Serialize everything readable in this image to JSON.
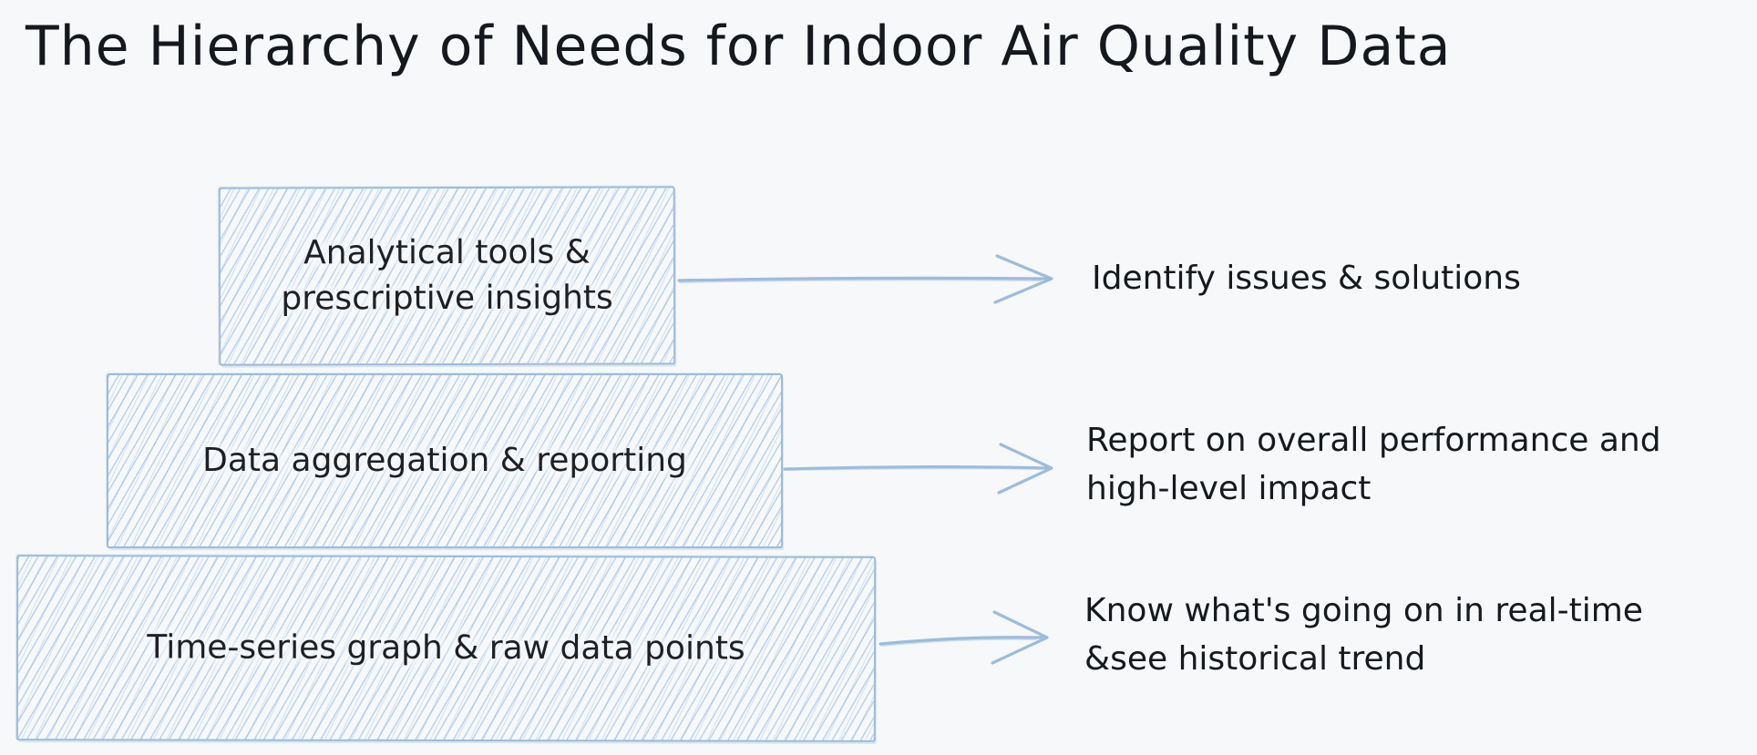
{
  "title": {
    "prefix": "The Hierarchy of Needs for ",
    "highlighted": "Indoor Air Quality Data",
    "highlight_color": "#cbd9e7",
    "text_color": "#15181c"
  },
  "pyramid": {
    "levels": [
      {
        "rank": 1,
        "label": "Analytical tools & prescriptive insights",
        "outcome": "Identify issues & solutions"
      },
      {
        "rank": 2,
        "label": "Data aggregation & reporting",
        "outcome": "Report on overall performance and high-level impact"
      },
      {
        "rank": 3,
        "label": "Time-series graph & raw data points",
        "outcome": "Know what's going on in real-time &see historical trend"
      }
    ]
  },
  "colors": {
    "background": "#f6f8fa",
    "box_border": "#98b8d8",
    "hatch_fill": "#79a8da",
    "arrow_stroke": "#9dbcdc",
    "text": "#1d2025"
  },
  "icons": {
    "arrow_right": "hand-drawn right arrow connector"
  }
}
